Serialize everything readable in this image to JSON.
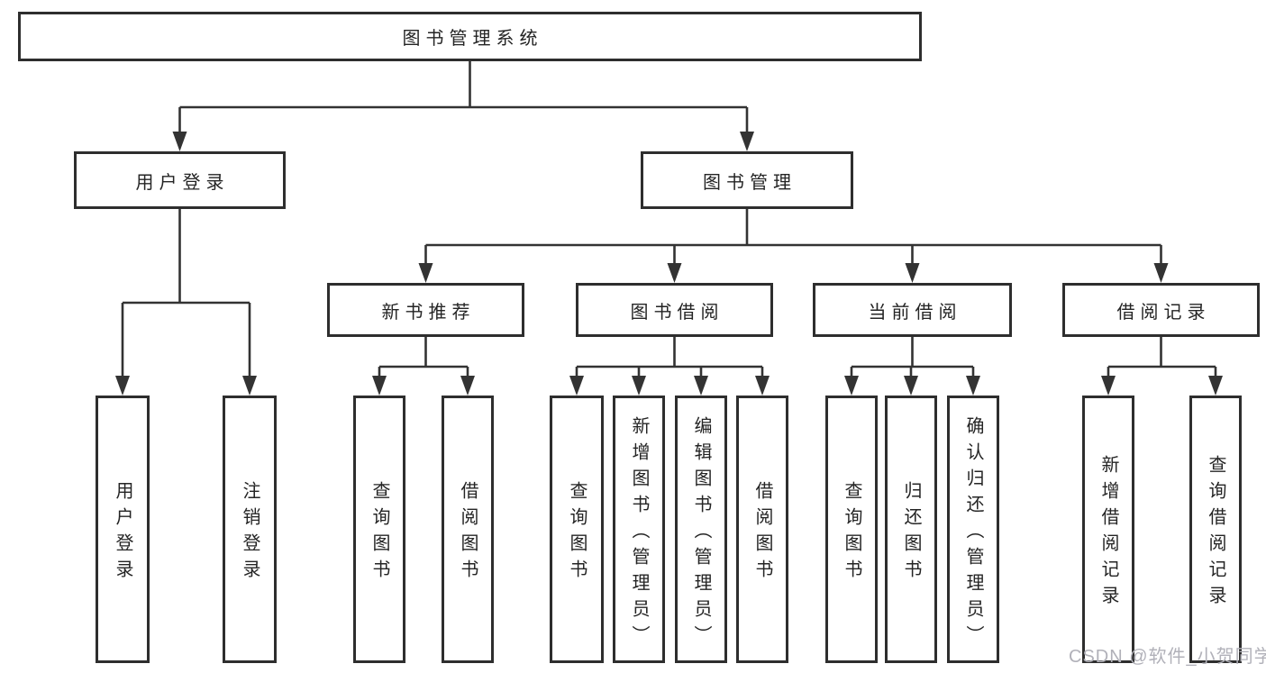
{
  "tree": {
    "root": {
      "label": "图书管理系统",
      "children": [
        {
          "label": "用户登录",
          "children": [
            {
              "label": "用户登录"
            },
            {
              "label": "注销登录"
            }
          ]
        },
        {
          "label": "图书管理",
          "children": [
            {
              "label": "新书推荐",
              "children": [
                {
                  "label": "查询图书"
                },
                {
                  "label": "借阅图书"
                }
              ]
            },
            {
              "label": "图书借阅",
              "children": [
                {
                  "label": "查询图书"
                },
                {
                  "label": "新增图书（管理员）"
                },
                {
                  "label": "编辑图书（管理员）"
                },
                {
                  "label": "借阅图书"
                }
              ]
            },
            {
              "label": "当前借阅",
              "children": [
                {
                  "label": "查询图书"
                },
                {
                  "label": "归还图书"
                },
                {
                  "label": "确认归还（管理员）"
                }
              ]
            },
            {
              "label": "借阅记录",
              "children": [
                {
                  "label": "新增借阅记录"
                },
                {
                  "label": "查询借阅记录"
                }
              ]
            }
          ]
        }
      ]
    }
  },
  "watermark": {
    "text": "CSDN @软件_小贺同学"
  },
  "colors": {
    "line": "#333333",
    "box_border": "#2e2e2e",
    "text": "#242424",
    "watermark": "#b1b1b9",
    "background": "#ffffff"
  }
}
